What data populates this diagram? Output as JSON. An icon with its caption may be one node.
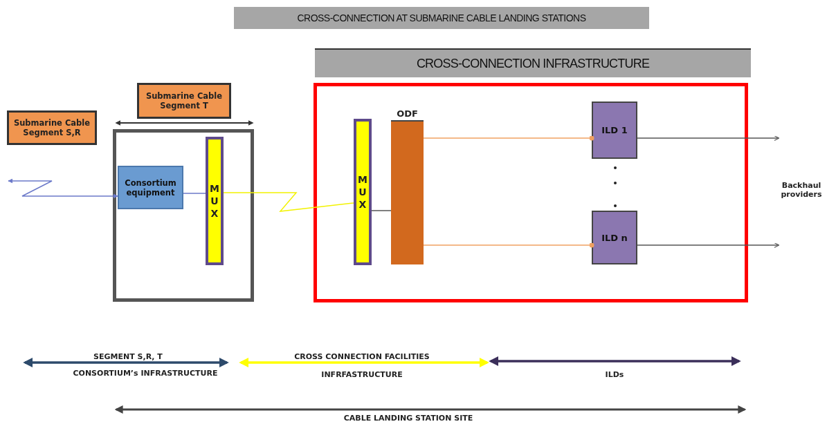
{
  "diagram": {
    "title": "CROSS-CONNECTION AT SUBMARINE CABLE LANDING STATIONS",
    "nodes": [
      {
        "text": [
          "Submarine Cable Segment S,R"
        ]
      },
      {
        "text": [
          "Submarine Cable Segment T"
        ]
      },
      {
        "text": [],
        "shape": "box"
      },
      {
        "text": [
          "Consortium equipment"
        ],
        "in": 2
      },
      {
        "text": [
          "MUX"
        ],
        "in": 2
      },
      {
        "text": [
          "CROSS-CONNECTION INFRASTRUCTURE"
        ]
      },
      {
        "text": [],
        "shape": "box"
      },
      {
        "text": [
          "MUX"
        ],
        "in": 6
      },
      {
        "text": [
          "ODF"
        ],
        "in": 6
      },
      {
        "text": [
          "ILD 1"
        ],
        "in": 6
      },
      {
        "text": [
          "ILD n"
        ],
        "in": 6
      }
    ],
    "edges": [
      {
        "from": null,
        "to": 3,
        "arrow": "both",
        "color": "#6b79c9"
      },
      {
        "from": 3,
        "to": 4,
        "arrow": "none",
        "color": "#6b79c9"
      },
      {
        "from": 4,
        "to": 7,
        "arrow": "none",
        "color": "#f2f200"
      },
      {
        "from": 7,
        "to": 8,
        "arrow": "none"
      },
      {
        "from": 8,
        "to": 9,
        "arrow": "other",
        "color": "#f0a060"
      },
      {
        "from": 8,
        "to": 10,
        "arrow": "other",
        "color": "#f0a060"
      },
      {
        "from": 9,
        "to": null,
        "arrow": "to"
      },
      {
        "from": 10,
        "to": null,
        "arrow": "to"
      }
    ],
    "labels": [
      "Backhaul providers",
      "SEGMENT S,R, T",
      "CROSS CONNECTION FACILITIES",
      "CONSORTIUM’s INFRASTRUCTURE",
      "INFRFASTRUCTURE",
      "ILDs",
      "CABLE LANDING STATION SITE"
    ]
  }
}
